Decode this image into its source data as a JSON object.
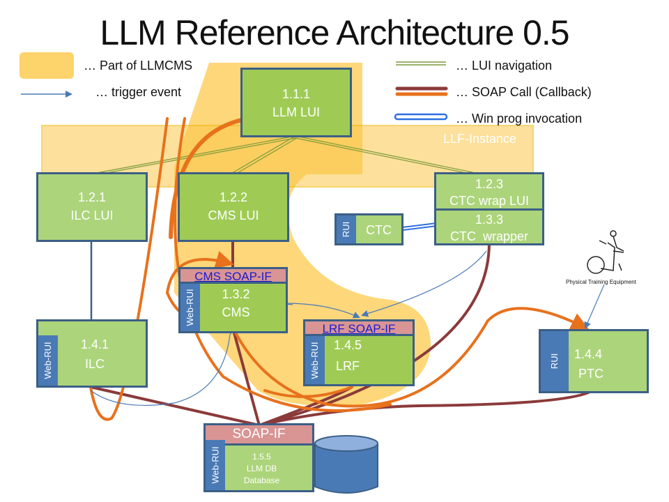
{
  "title": "LLM Reference Architecture 0.5",
  "legend": {
    "part_of_llmcms": "… Part of LLMCMS",
    "trigger_event": "… trigger event",
    "lui_navigation": "… LUI navigation",
    "soap_call": "… SOAP Call (Callback)",
    "win_prog_invocation": "… Win prog invocation"
  },
  "regions": {
    "llf_instance": "LLF-Instance"
  },
  "colors": {
    "llmcms_region": "#fdd36b",
    "llf_band": "#fbc84a",
    "box_fill": "#acd47a",
    "box_border": "#3b5f86",
    "rui_tab": "#4a7ab5",
    "soap_if": "#d99494",
    "lui_navigation": "#7a9a3a",
    "soap_call": "#8b3a3a",
    "callback": "#e8711c",
    "win_prog": "#2f6fe0",
    "trigger": "#4a7ab5"
  },
  "components": {
    "llm_lui": {
      "id": "1.1.1",
      "name": "LLM LUI"
    },
    "ilc_lui": {
      "id": "1.2.1",
      "name": "ILC LUI"
    },
    "cms_lui": {
      "id": "1.2.2",
      "name": "CMS LUI"
    },
    "ctc_wrap_lui": {
      "id": "1.2.3",
      "name": "CTC wrap LUI"
    },
    "ctc_wrapper": {
      "id": "1.3.3",
      "name": "CTC  wrapper"
    },
    "ctc": {
      "name": "CTC",
      "side": "RUI"
    },
    "cms": {
      "id": "1.3.2",
      "name": "CMS",
      "side": "Web-RUI",
      "soap": "CMS SOAP-IF"
    },
    "ilc": {
      "id": "1.4.1",
      "name": "ILC",
      "side": "Web-RUI"
    },
    "lrf": {
      "id": "1.4.5",
      "name": "LRF",
      "side": "Web-RUI",
      "soap": "LRF SOAP-IF"
    },
    "ptc": {
      "id": "1.4.4",
      "name": "PTC",
      "side": "RUI"
    },
    "llm_db": {
      "id": "1.5.5",
      "name": "LLM DB",
      "sub": "Database",
      "side": "Web-RUI",
      "soap": "SOAP-IF"
    }
  },
  "equipment": {
    "label": "Physical Training Equipment"
  }
}
